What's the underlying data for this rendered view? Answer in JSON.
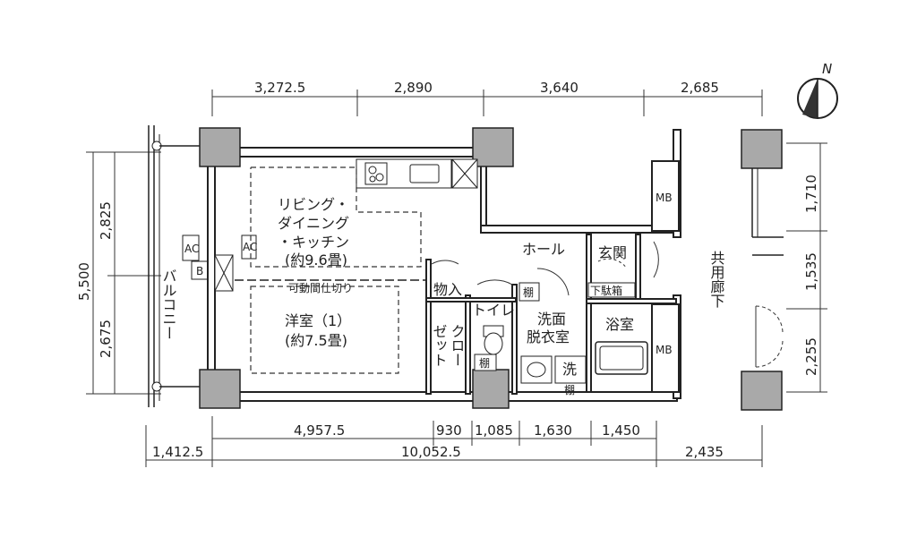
{
  "dimensions": {
    "top": [
      "3,272.5",
      "2,890",
      "3,640",
      "2,685"
    ],
    "bottom_inner": [
      "4,957.5",
      "930",
      "1,085",
      "1,630",
      "1,450"
    ],
    "bottom_outer": [
      "1,412.5",
      "10,052.5",
      "2,435"
    ],
    "left_total": "5,500",
    "left_parts": [
      "2,825",
      "2,675"
    ],
    "right_parts": [
      "1,710",
      "1,535",
      "2,255"
    ]
  },
  "compass": {
    "label": "N"
  },
  "rooms": {
    "living_line1": "リビング・",
    "living_line2": "ダイニング",
    "living_line3": "・キッチン",
    "living_area": "(約9.6畳)",
    "partition": "可動間仕切り",
    "western_line1": "洋室（1）",
    "western_area": "(約7.5畳)",
    "hall": "ホール",
    "entrance": "玄関",
    "shoe_box": "下駄箱",
    "storage": "物入",
    "closet": "ゼクロ\nットー",
    "closet_col1": "ゼット",
    "closet_col2": "クロー",
    "toilet": "トイレ",
    "shelf1": "棚",
    "shelf2": "棚",
    "shelf3": "棚",
    "washroom_line1": "洗面",
    "washroom_line2": "脱衣室",
    "washer": "洗",
    "bath": "浴室",
    "mb1": "MB",
    "mb2": "MB",
    "balcony": "バルコニー",
    "corridor": "共用廊下",
    "ac1": "AC",
    "ac2": "AC",
    "b_label": "B"
  }
}
